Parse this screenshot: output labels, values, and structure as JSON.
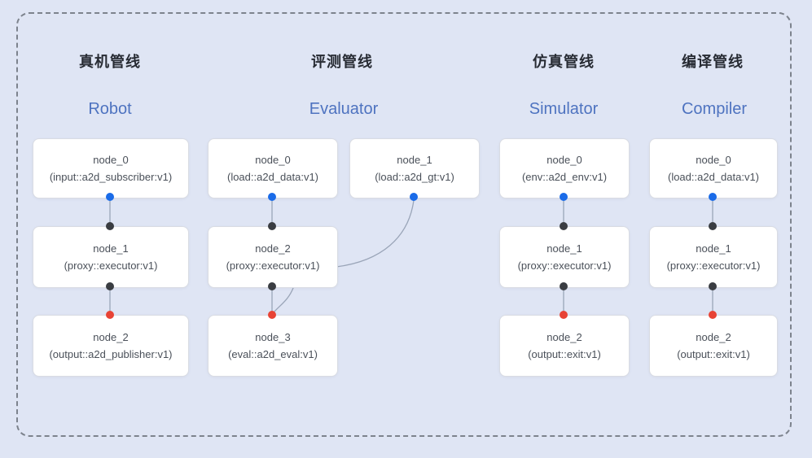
{
  "diagram": {
    "colors": {
      "background": "#dfe5f4",
      "frame_dash": "#7d838d",
      "node_border": "#d9dce3",
      "node_text": "#4a5059",
      "title_zh": "#272b33",
      "title_en_blue": "#4e73c0",
      "wire": "#9aa5b8",
      "port_output_blue": "#1a6be8",
      "port_mid_black": "#3a3d42",
      "port_input_red": "#e84335"
    },
    "pipelines": [
      {
        "title_zh": "真机管线",
        "title_en": "Robot",
        "nodes": [
          {
            "name": "node_0",
            "type": "(input::a2d_subscriber:v1)"
          },
          {
            "name": "node_1",
            "type": "(proxy::executor:v1)"
          },
          {
            "name": "node_2",
            "type": "(output::a2d_publisher:v1)"
          }
        ]
      },
      {
        "title_zh": "评测管线",
        "title_en": "Evaluator",
        "nodes": [
          {
            "name": "node_0",
            "type": "(load::a2d_data:v1)"
          },
          {
            "name": "node_1",
            "type": "(load::a2d_gt:v1)"
          },
          {
            "name": "node_2",
            "type": "(proxy::executor:v1)"
          },
          {
            "name": "node_3",
            "type": "(eval::a2d_eval:v1)"
          }
        ]
      },
      {
        "title_zh": "仿真管线",
        "title_en": "Simulator",
        "nodes": [
          {
            "name": "node_0",
            "type": "(env::a2d_env:v1)"
          },
          {
            "name": "node_1",
            "type": "(proxy::executor:v1)"
          },
          {
            "name": "node_2",
            "type": "(output::exit:v1)"
          }
        ]
      },
      {
        "title_zh": "编译管线",
        "title_en": "Compiler",
        "nodes": [
          {
            "name": "node_0",
            "type": "(load::a2d_data:v1)"
          },
          {
            "name": "node_1",
            "type": "(proxy::executor:v1)"
          },
          {
            "name": "node_2",
            "type": "(output::exit:v1)"
          }
        ]
      }
    ]
  }
}
